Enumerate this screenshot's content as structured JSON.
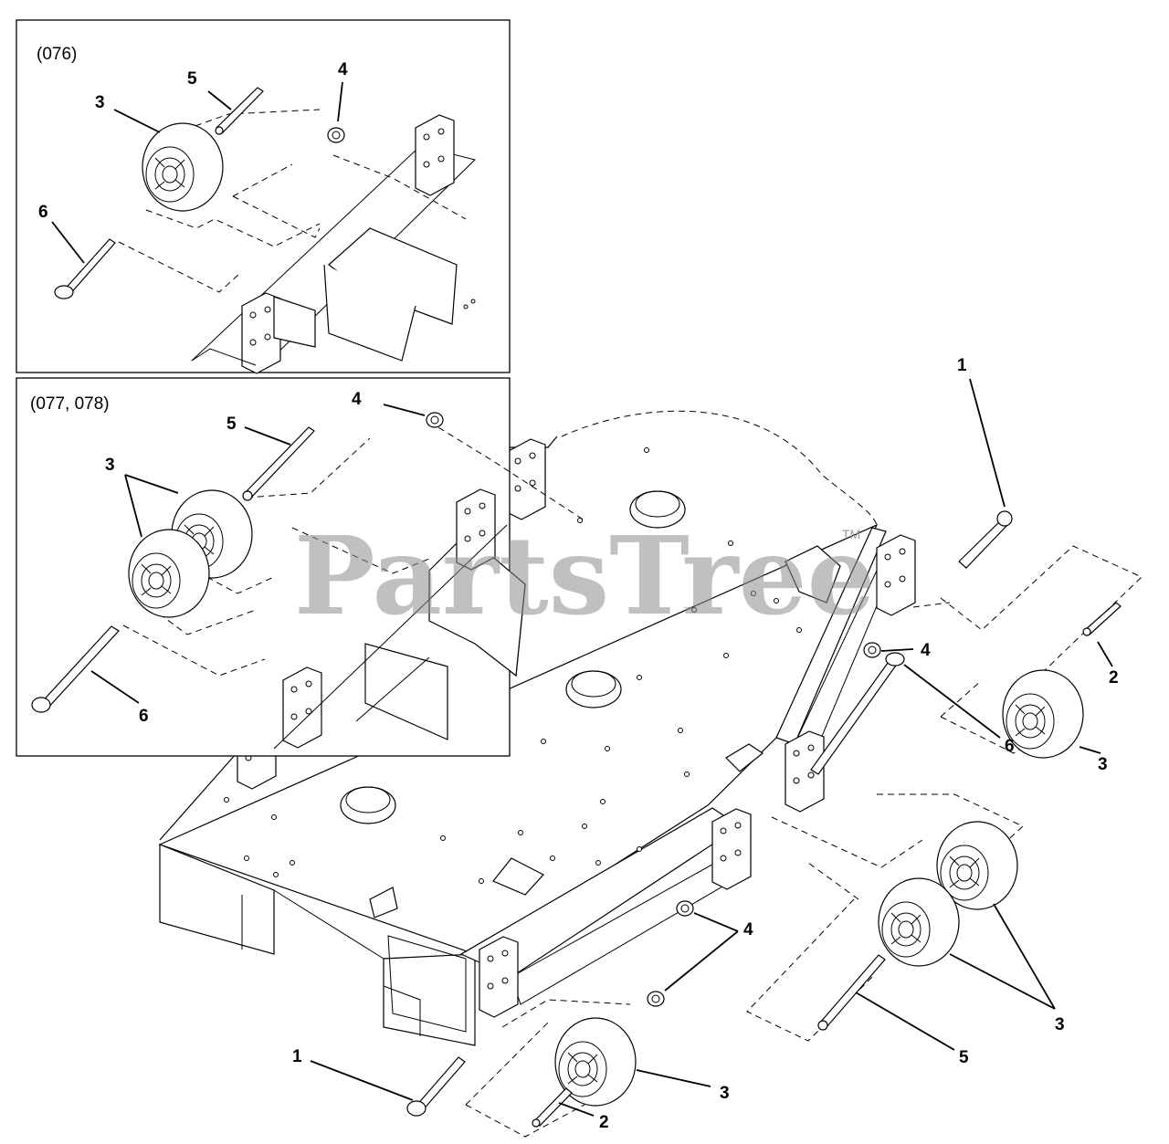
{
  "watermark": {
    "text": "PartsTree",
    "tm": "TM"
  },
  "insets": [
    {
      "id": "076",
      "title": "(076)"
    },
    {
      "id": "077-078",
      "title": "(077, 078)"
    }
  ],
  "callouts": {
    "inset1": {
      "c5": "5",
      "c4": "4",
      "c3": "3",
      "c6": "6"
    },
    "inset2": {
      "c5": "5",
      "c3": "3",
      "c6": "6"
    },
    "main": {
      "c4_top": "4",
      "c1_right": "1",
      "c4_right": "4",
      "c2_right": "2",
      "c6_right": "6",
      "c3_right": "3",
      "c4_bottom": "4",
      "c3_pair": "3",
      "c5_bottom": "5",
      "c1_bottom": "1",
      "c3_bottom": "3",
      "c2_bottom": "2"
    }
  }
}
